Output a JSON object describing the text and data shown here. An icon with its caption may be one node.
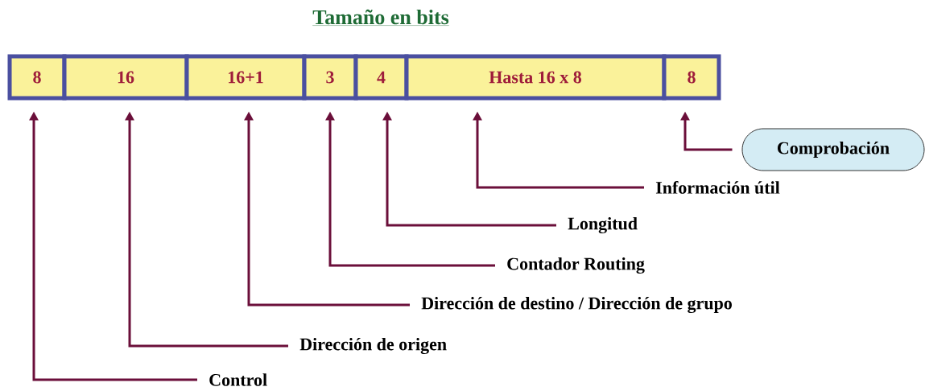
{
  "diagram": {
    "title": "Tamaño en bits",
    "nodes": [
      {
        "text": [
          "8"
        ]
      },
      {
        "text": [
          "16"
        ]
      },
      {
        "text": [
          "16+1"
        ]
      },
      {
        "text": [
          "3"
        ]
      },
      {
        "text": [
          "4"
        ]
      },
      {
        "text": [
          "Hasta 16 x 8"
        ]
      },
      {
        "text": [
          "8"
        ]
      },
      {
        "text": [
          "Comprobación"
        ]
      },
      {
        "text": [
          "Información útil"
        ]
      },
      {
        "text": [
          "Longitud"
        ]
      },
      {
        "text": [
          "Contador Routing"
        ]
      },
      {
        "text": [
          "Dirección de destino / Dirección de grupo"
        ]
      },
      {
        "text": [
          "Dirección de origen"
        ]
      },
      {
        "text": [
          "Control"
        ]
      }
    ],
    "edges": [
      {
        "from": 7,
        "to": 6,
        "arrow": "to"
      },
      {
        "from": 8,
        "to": 5,
        "arrow": "to"
      },
      {
        "from": 9,
        "to": 4,
        "arrow": "to"
      },
      {
        "from": 10,
        "to": 3,
        "arrow": "to"
      },
      {
        "from": 11,
        "to": 2,
        "arrow": "to"
      },
      {
        "from": 12,
        "to": 1,
        "arrow": "to"
      },
      {
        "from": 13,
        "to": 0,
        "arrow": "to"
      }
    ]
  }
}
